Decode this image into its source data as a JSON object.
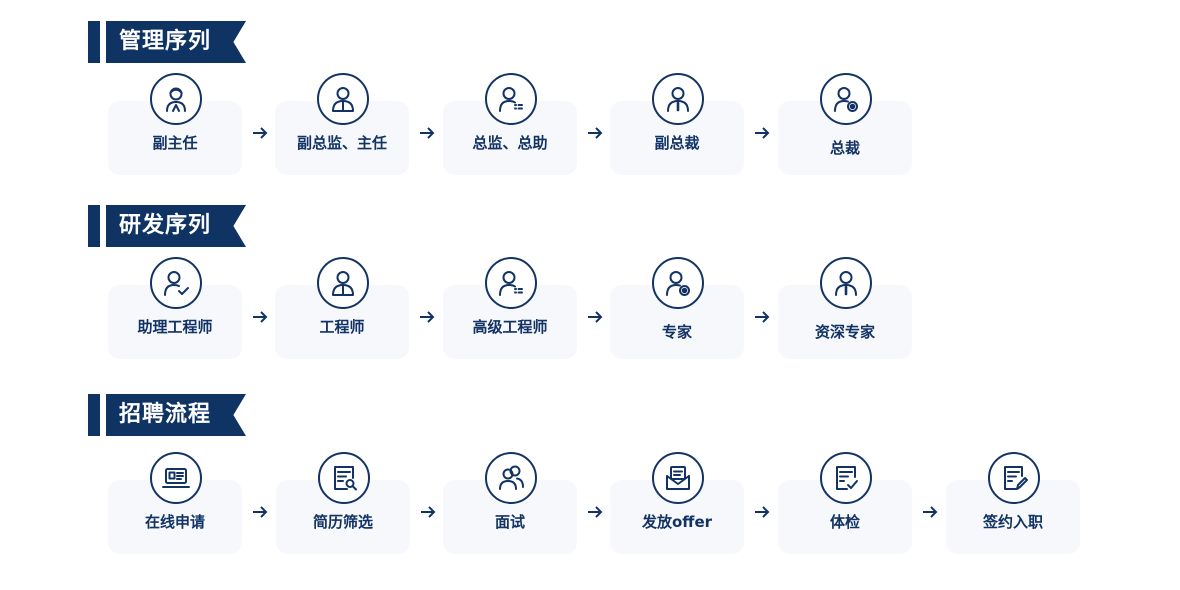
{
  "sections": [
    {
      "title": "管理序列",
      "items": [
        {
          "label": "副主任",
          "icon": "user-female-icon"
        },
        {
          "label": "副总监、主任",
          "icon": "user-suit-icon"
        },
        {
          "label": "总监、总助",
          "icon": "user-list-icon"
        },
        {
          "label": "副总裁",
          "icon": "user-tie-icon"
        },
        {
          "label": "总裁",
          "icon": "user-badge-icon"
        }
      ]
    },
    {
      "title": "研发序列",
      "items": [
        {
          "label": "助理工程师",
          "icon": "user-check-icon"
        },
        {
          "label": "工程师",
          "icon": "user-suit-icon"
        },
        {
          "label": "高级工程师",
          "icon": "user-list-icon"
        },
        {
          "label": "专家",
          "icon": "user-badge-icon"
        },
        {
          "label": "资深专家",
          "icon": "user-tie-icon"
        }
      ]
    },
    {
      "title": "招聘流程",
      "items": [
        {
          "label": "在线申请",
          "icon": "laptop-profile-icon"
        },
        {
          "label": "简历筛选",
          "icon": "resume-search-icon"
        },
        {
          "label": "面试",
          "icon": "people-icon"
        },
        {
          "label": "发放offer",
          "icon": "envelope-icon"
        },
        {
          "label": "体检",
          "icon": "medical-check-icon"
        },
        {
          "label": "签约入职",
          "icon": "sign-document-icon"
        }
      ]
    }
  ],
  "colors": {
    "primary": "#0f3464",
    "text": "#123364",
    "card_bg": "#f7f8fb"
  }
}
